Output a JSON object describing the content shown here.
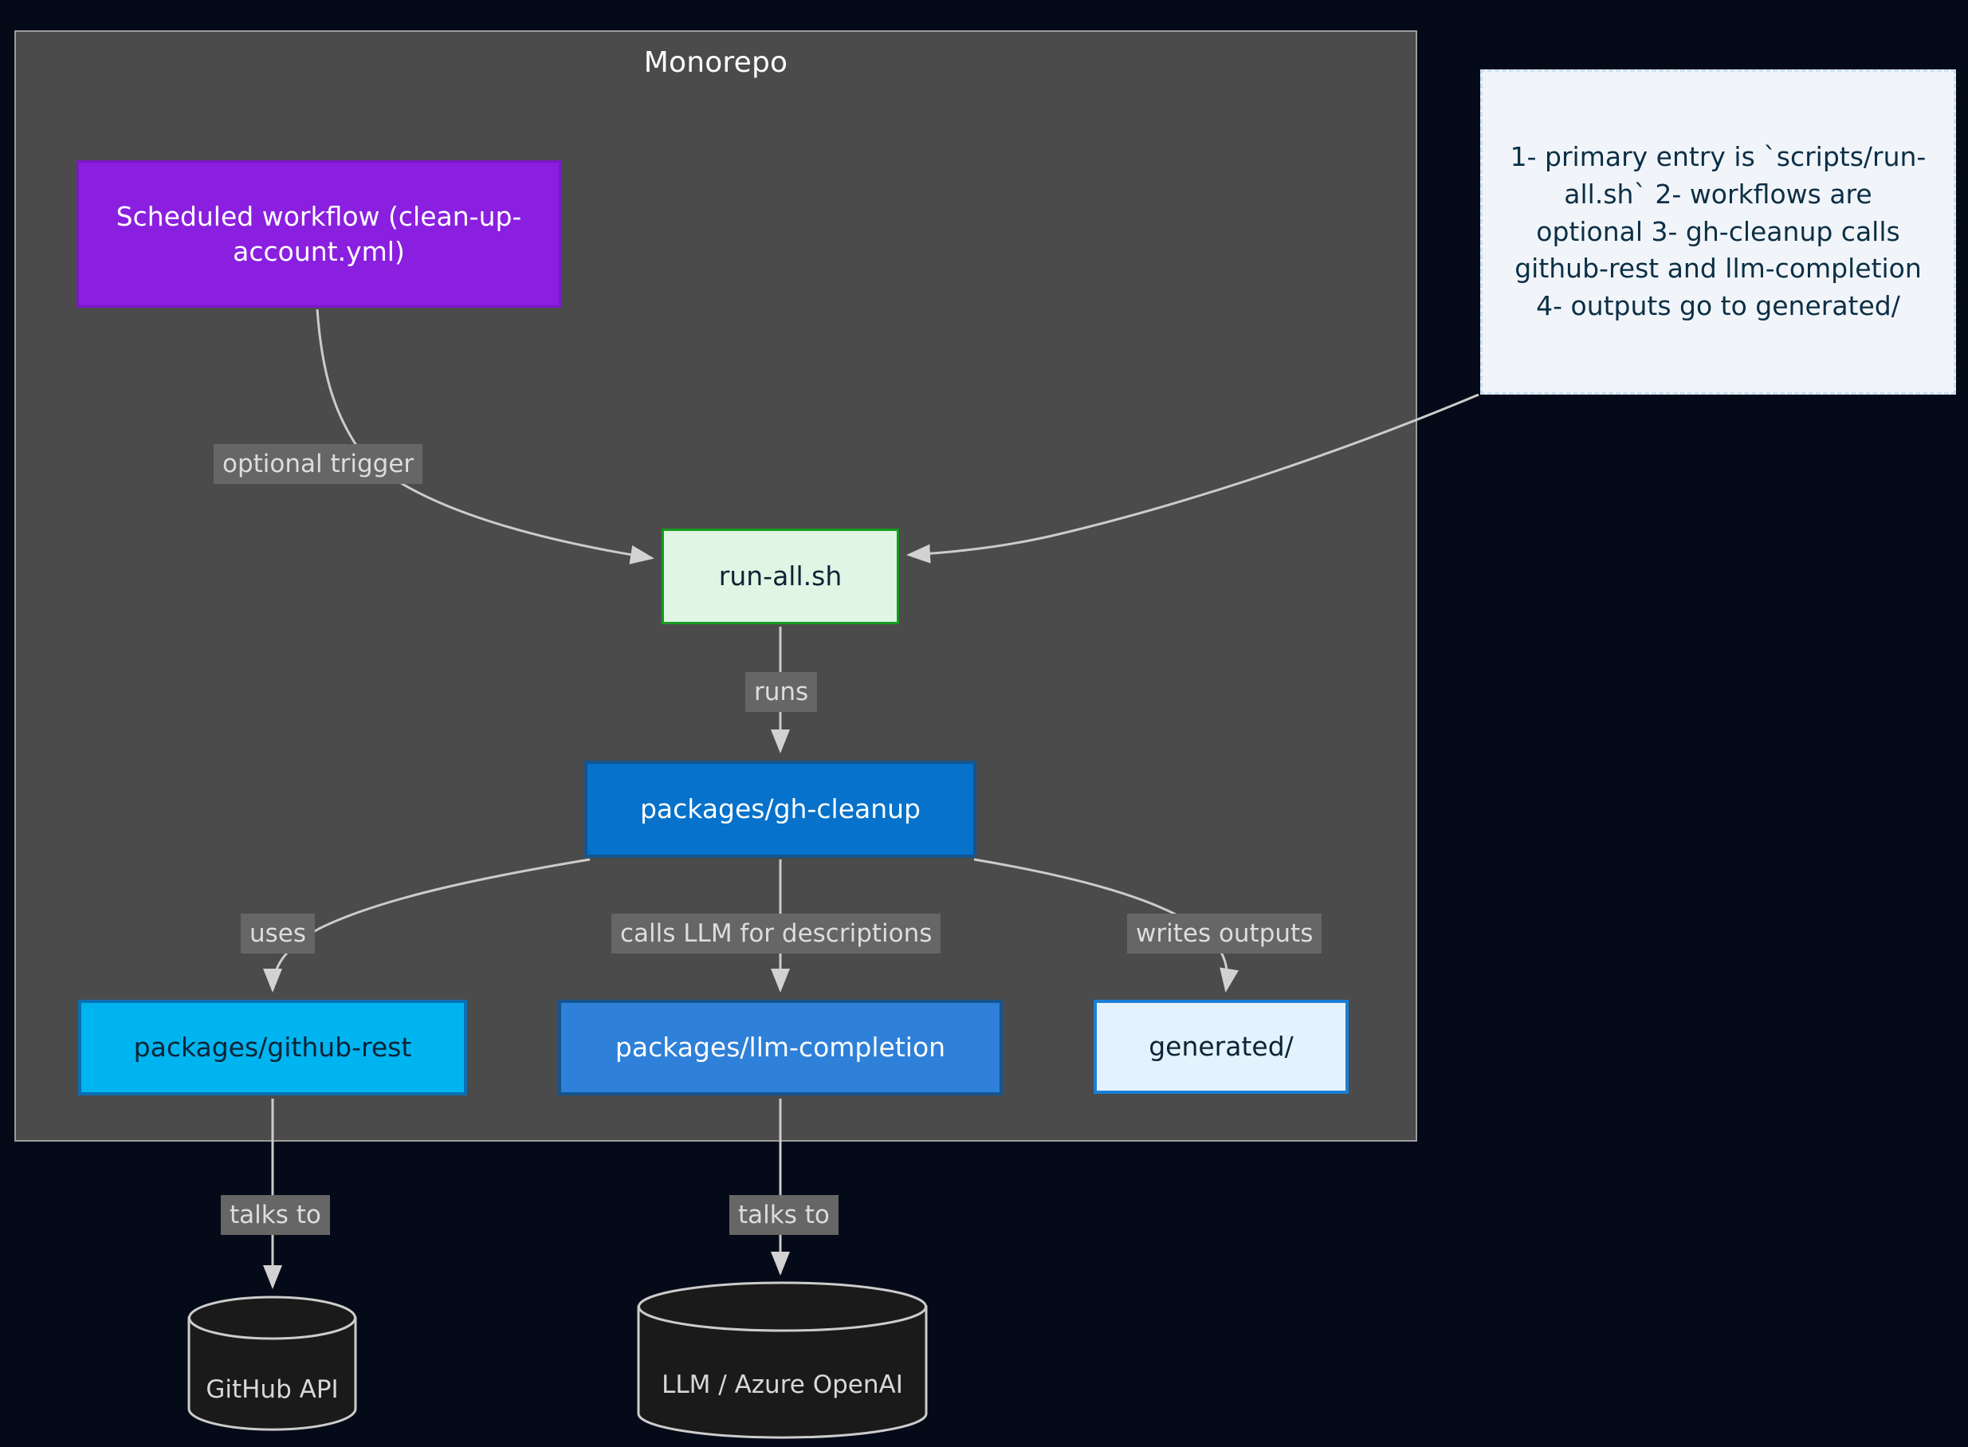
{
  "diagram": {
    "title": "Monorepo",
    "background_color": "#050a18",
    "subgraph_fill": "#4b4b4b",
    "subgraph_stroke": "#9b9b9b",
    "edge_stroke": "#cccccc"
  },
  "nodes": {
    "workflow": {
      "label": "Scheduled workflow (clean-up-account.yml)",
      "fill": "#8a1fe0",
      "stroke": "#7a18c9",
      "text_color": "#ffffff"
    },
    "runall": {
      "label": "run-all.sh",
      "fill": "#e0f5e3",
      "stroke": "#169b20",
      "text_color": "#0c2435"
    },
    "ghcleanup": {
      "label": "packages/gh-cleanup",
      "fill": "#0672cb",
      "stroke": "#14558f",
      "text_color": "#ffffff"
    },
    "githubrest": {
      "label": "packages/github-rest",
      "fill": "#00b4f0",
      "stroke": "#0b6fb5",
      "text_color": "#0c2435"
    },
    "llmcompletion": {
      "label": "packages/llm-completion",
      "fill": "#2f80d8",
      "stroke": "#14558f",
      "text_color": "#ffffff"
    },
    "generated": {
      "label": "generated/",
      "fill": "#e3f2fd",
      "stroke": "#1a7fd4",
      "text_color": "#0c2435"
    },
    "github_api": {
      "label": "GitHub API",
      "shape": "cylinder",
      "fill": "#1a1a1a",
      "stroke": "#cccccc",
      "text_color": "#d8d8d8"
    },
    "llm_azure": {
      "label": "LLM / Azure OpenAI",
      "shape": "cylinder",
      "fill": "#1a1a1a",
      "stroke": "#cccccc",
      "text_color": "#d8d8d8"
    }
  },
  "note": {
    "text": "1- primary entry is `scripts/run-all.sh` 2- workflows are optional 3- gh-cleanup calls github-rest and llm-completion 4- outputs go to generated/",
    "fill": "#f1f5fa",
    "stroke": "#c9dff2",
    "text_color": "#0c2f45"
  },
  "edges": [
    {
      "from": "workflow",
      "to": "runall",
      "label": "optional trigger"
    },
    {
      "from": "note",
      "to": "runall",
      "label": ""
    },
    {
      "from": "runall",
      "to": "ghcleanup",
      "label": "runs"
    },
    {
      "from": "ghcleanup",
      "to": "githubrest",
      "label": "uses"
    },
    {
      "from": "ghcleanup",
      "to": "llmcompletion",
      "label": "calls LLM for descriptions"
    },
    {
      "from": "ghcleanup",
      "to": "generated",
      "label": "writes outputs"
    },
    {
      "from": "githubrest",
      "to": "github_api",
      "label": "talks to"
    },
    {
      "from": "llmcompletion",
      "to": "llm_azure",
      "label": "talks to"
    }
  ],
  "edge_labels": {
    "optional_trigger": "optional trigger",
    "runs": "runs",
    "uses": "uses",
    "calls_llm": "calls LLM for descriptions",
    "writes_outputs": "writes outputs",
    "talks_to_1": "talks to",
    "talks_to_2": "talks to"
  }
}
